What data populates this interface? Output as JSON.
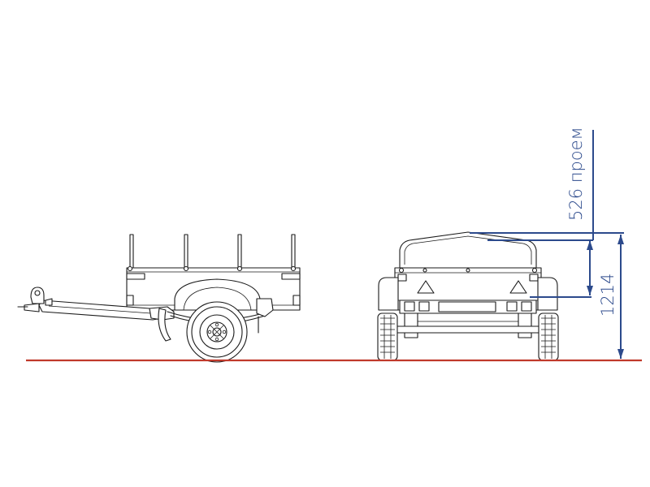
{
  "dimensions": {
    "opening": {
      "value": 526,
      "label": "526 проем"
    },
    "height": {
      "value": 1214,
      "label": "1214"
    }
  },
  "colors": {
    "dimension": "#2c4a8c",
    "ground": "#c0392b",
    "outline": "#1a1a1a"
  }
}
